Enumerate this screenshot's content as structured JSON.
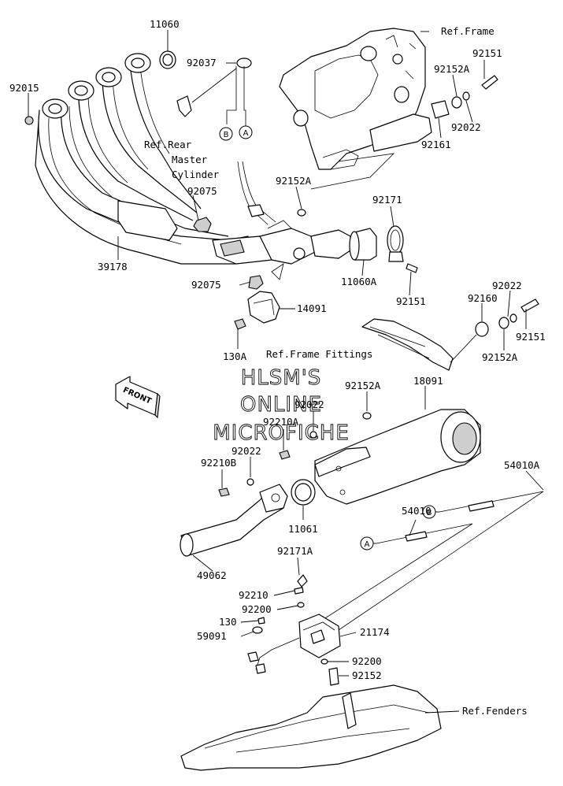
{
  "labels": {
    "p11060": "11060",
    "p92037": "92037",
    "p92015": "92015",
    "ref_rear_master_1": "Ref.Rear",
    "ref_rear_master_2": "Master",
    "ref_rear_master_3": "Cylinder",
    "p92075_top": "92075",
    "p39178": "39178",
    "p92075_bottom": "92075",
    "ref_frame": "Ref.Frame",
    "p92151_top": "92151",
    "p92152a_top": "92152A",
    "p92022_top": "92022",
    "p92161": "92161",
    "p92152a_mid": "92152A",
    "p92171": "92171",
    "p11060a": "11060A",
    "p92151_mid": "92151",
    "p14091": "14091",
    "p130a": "130A",
    "p92022_right": "92022",
    "p92160": "92160",
    "p92151_right": "92151",
    "p92152a_right": "92152A",
    "ref_frame_fittings": "Ref.Frame Fittings",
    "p92152a_low": "92152A",
    "p18091": "18091",
    "p92022_low": "92022",
    "p92210a": "92210A",
    "p92022_low2": "92022",
    "p92210b": "92210B",
    "p11061": "11061",
    "p54010a": "54010A",
    "p54010": "54010",
    "p49062": "49062",
    "p92171a": "92171A",
    "p92210": "92210",
    "p92200_top": "92200",
    "p130": "130",
    "p59091": "59091",
    "p21174": "21174",
    "p92200_bottom": "92200",
    "p92152": "92152",
    "ref_fenders": "Ref.Fenders"
  },
  "callouts": {
    "a": "A",
    "b": "B"
  },
  "front_arrow": "FRONT",
  "watermark": {
    "line1": "HLSM'S",
    "line2": "ONLINE",
    "line3": "MICROFICHE"
  },
  "icons": {
    "front": "front-arrow-icon"
  }
}
